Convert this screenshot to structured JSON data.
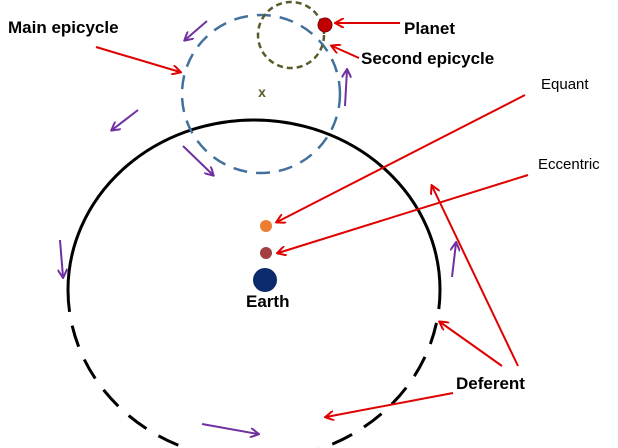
{
  "labels": {
    "planet": "Planet",
    "main_epicycle": "Main epicycle",
    "second_epicycle": "Second epicycle",
    "equant": "Equant",
    "eccentric": "Eccentric",
    "earth": "Earth",
    "deferent": "Deferent"
  },
  "center_mark": "x",
  "colors": {
    "deferent": "#000000",
    "main_epicycle": "#41719c",
    "second_epicycle": "#5a5a2a",
    "planet": "#c00000",
    "equant": "#ed7d31",
    "eccentric": "#a04040",
    "earth": "#0b2a6b",
    "pointer_arrows": "#e00000",
    "motion_arrows": "#7030a0"
  }
}
